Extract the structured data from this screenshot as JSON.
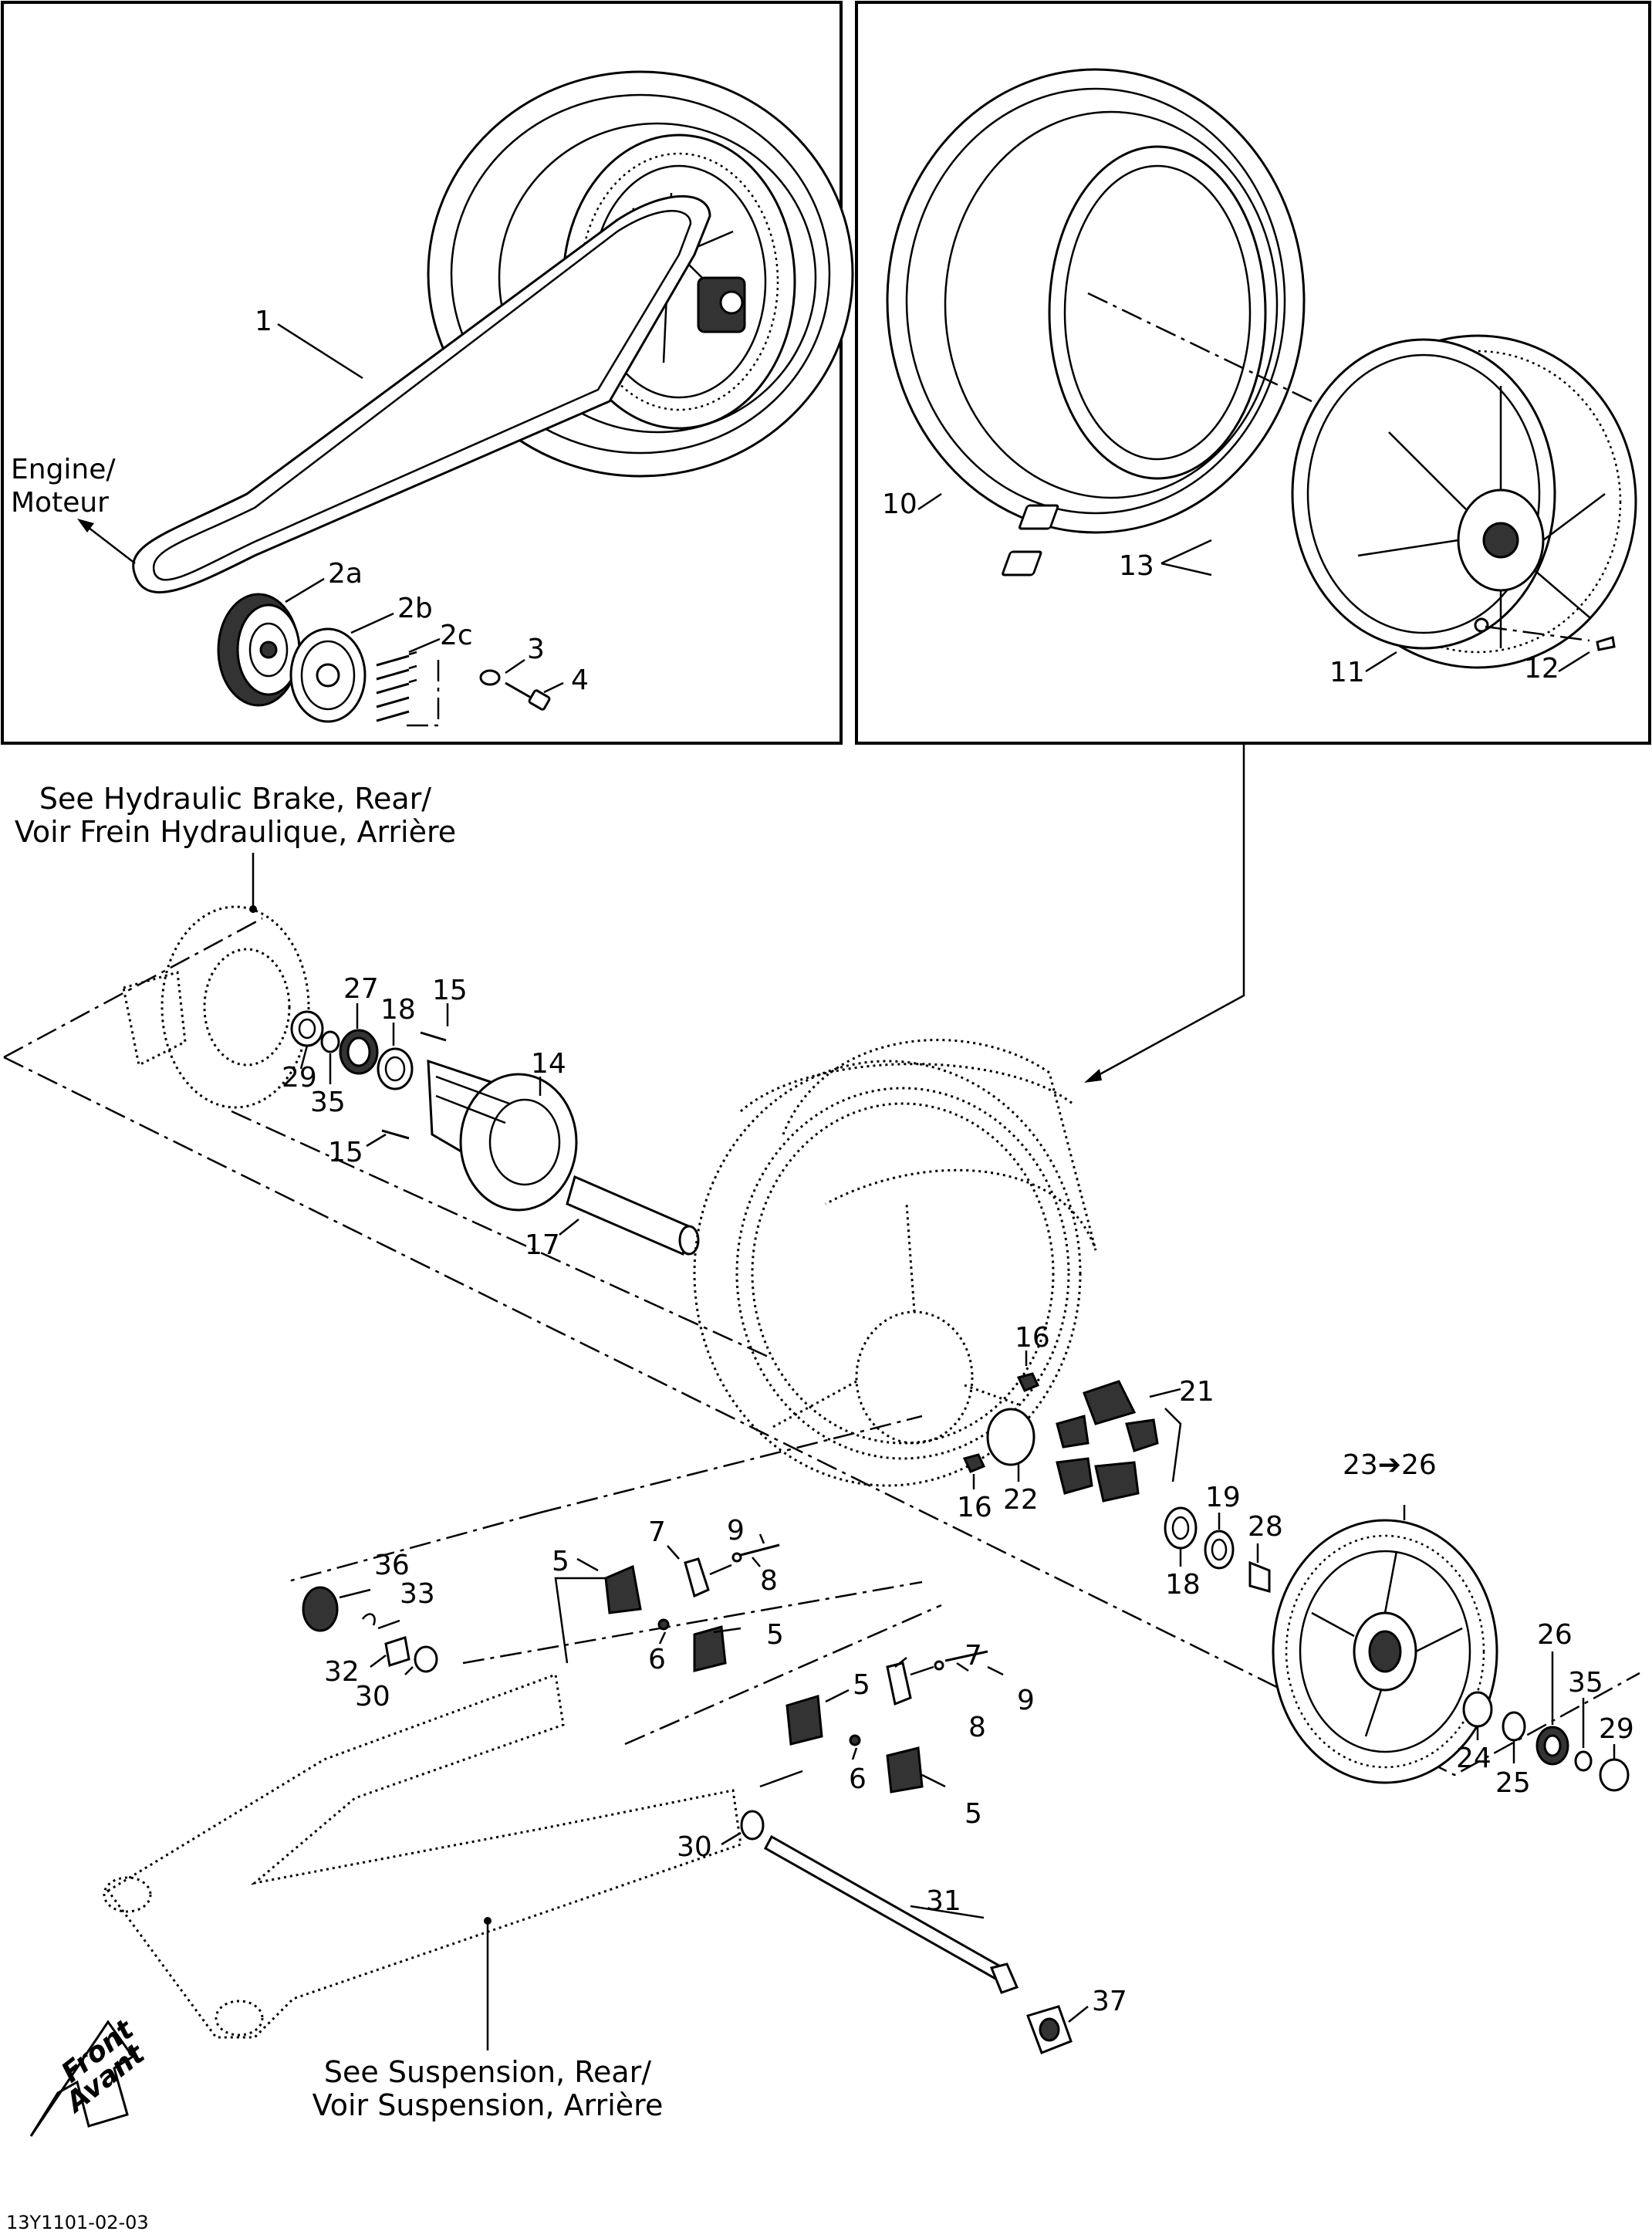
{
  "direction": {
    "engine": [
      "Engine/",
      "Moteur"
    ],
    "front": [
      "Front",
      "Avant"
    ]
  },
  "notes": {
    "hydraulic_brake": [
      "See Hydraulic Brake, Rear/",
      "Voir Frein Hydraulique, Arrière"
    ],
    "suspension": [
      "See Suspension, Rear/",
      "Voir Suspension, Arrière"
    ]
  },
  "reference": "13Y1101-02-03",
  "callouts": {
    "c1": "1",
    "c2a": "2a",
    "c2b": "2b",
    "c2c": "2c",
    "c3": "3",
    "c4": "4",
    "c10": "10",
    "c11": "11",
    "c12": "12",
    "c13": "13",
    "c27": "27",
    "c18a": "18",
    "c15a": "15",
    "c14": "14",
    "c15b": "15",
    "c29a": "29",
    "c35a": "35",
    "c17": "17",
    "c16a": "16",
    "c16b": "16",
    "c21": "21",
    "c22": "22",
    "c23_26": "23➔26",
    "c19": "19",
    "c28": "28",
    "c18b": "18",
    "c36": "36",
    "c33": "33",
    "c32": "32",
    "c30a": "30",
    "c5a": "5",
    "c7a": "7",
    "c9a": "9",
    "c8a": "8",
    "c6a": "6",
    "c5b": "5",
    "c5c": "5",
    "c7b": "7",
    "c9b": "9",
    "c8b": "8",
    "c6b": "6",
    "c5d": "5",
    "c26": "26",
    "c35b": "35",
    "c29b": "29",
    "c24": "24",
    "c25": "25",
    "c30b": "30",
    "c31": "31",
    "c37": "37"
  }
}
